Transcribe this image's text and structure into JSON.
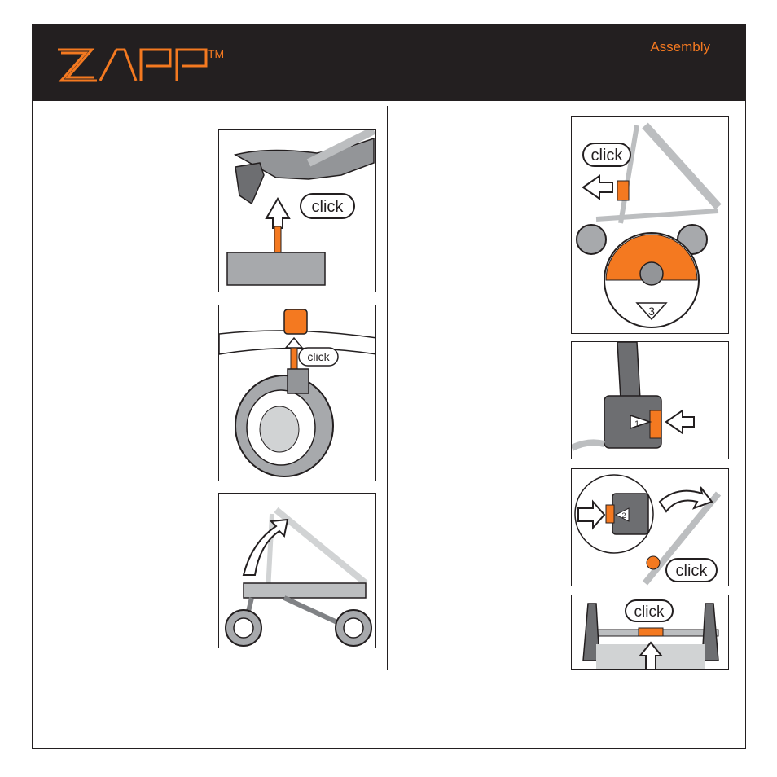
{
  "header": {
    "brand": "ZAPP",
    "trademark": "TM",
    "section_title": "Assembly"
  },
  "labels": {
    "click": "click",
    "step1": "1",
    "step2": "2",
    "step3": "3"
  },
  "colors": {
    "header_bg": "#231f20",
    "accent": "#f47920",
    "gray": "#808285",
    "light_gray": "#d1d3d4"
  },
  "illustrations": [
    "seat-bracket-click",
    "front-wheel-attach",
    "unfold-frame",
    "rear-wheel-hub",
    "hinge-lock-1",
    "handle-lock-2",
    "handlebar-click"
  ]
}
